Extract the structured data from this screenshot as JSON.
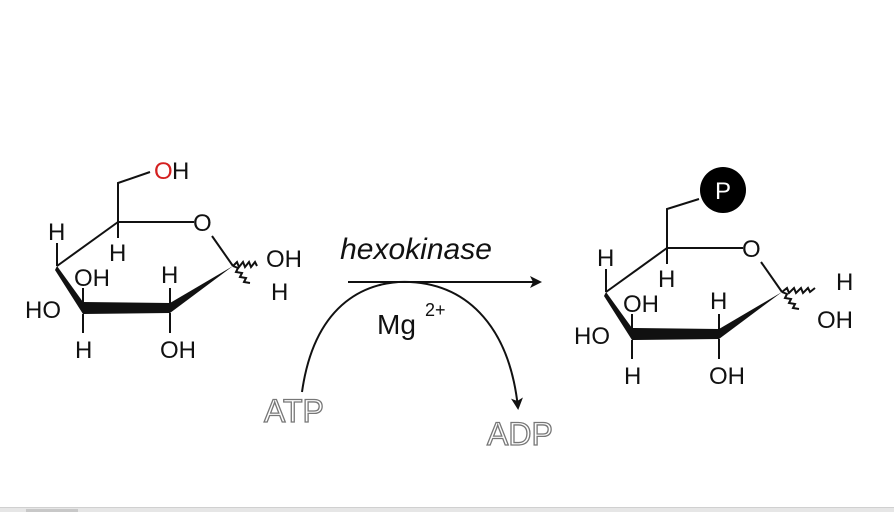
{
  "colors": {
    "highlight_oh": "#d42020",
    "ink": "#111111",
    "phosphate": "#000000",
    "cofactor_outline": "#777777"
  },
  "glucose": {
    "c6_oh_o": "O",
    "c6_oh_h": "H",
    "ring_o": "O",
    "c5_h": "H",
    "c4_h": "H",
    "c4_ho": "HO",
    "c3_oh": "OH",
    "c3_h": "H",
    "c2_h": "H",
    "c2_oh": "OH",
    "c1_oh": "OH",
    "c1_h": "H"
  },
  "reaction": {
    "enzyme": "hexokinase",
    "cofactor": "Mg",
    "cofactor_charge": "2+",
    "substrate_in": "ATP",
    "product_out": "ADP"
  },
  "glucose6p": {
    "phosphate": "P",
    "ring_o": "O",
    "c5_h": "H",
    "c4_h": "H",
    "c4_ho": "HO",
    "c3_oh": "OH",
    "c3_h": "H",
    "c2_h": "H",
    "c2_oh": "OH",
    "c1_h": "H",
    "c1_oh": "OH"
  }
}
